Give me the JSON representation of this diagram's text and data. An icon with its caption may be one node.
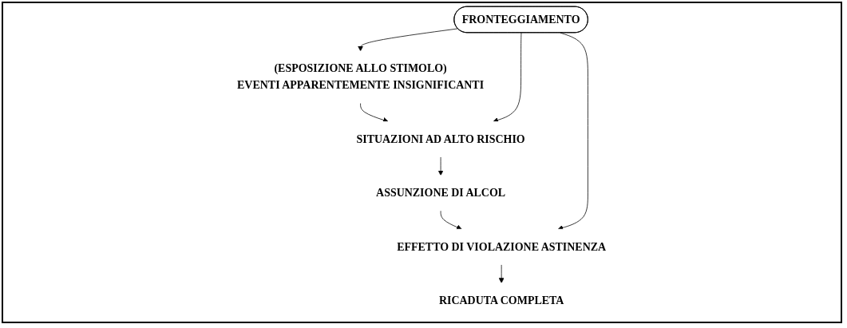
{
  "diagram": {
    "nodes": [
      {
        "text": [
          "(ESPOSIZIONE ALLO STIMOLO)",
          "EVENTI APPARENTEMENTE INSIGNIFICANTI"
        ]
      },
      {
        "text": [
          "SITUAZIONI AD ALTO RISCHIO"
        ]
      },
      {
        "text": [
          "ASSUNZIONE DI  ALCOL"
        ]
      },
      {
        "text": [
          "EFFETTO DI VIOLAZIONE ASTINENZA"
        ]
      },
      {
        "text": [
          "RICADUTA COMPLETA"
        ]
      },
      {
        "text": [
          "FRONTEGGIAMENTO"
        ]
      }
    ],
    "edges": [
      {
        "from": 0,
        "to": 1,
        "arrow": "to"
      },
      {
        "from": 1,
        "to": 2,
        "arrow": "to"
      },
      {
        "from": 2,
        "to": 3,
        "arrow": "to"
      },
      {
        "from": 3,
        "to": 4,
        "arrow": "to"
      },
      {
        "from": 5,
        "to": 0,
        "arrow": "to"
      },
      {
        "from": 5,
        "to": 1,
        "arrow": "to"
      },
      {
        "from": 5,
        "to": 3,
        "arrow": "to"
      }
    ]
  }
}
